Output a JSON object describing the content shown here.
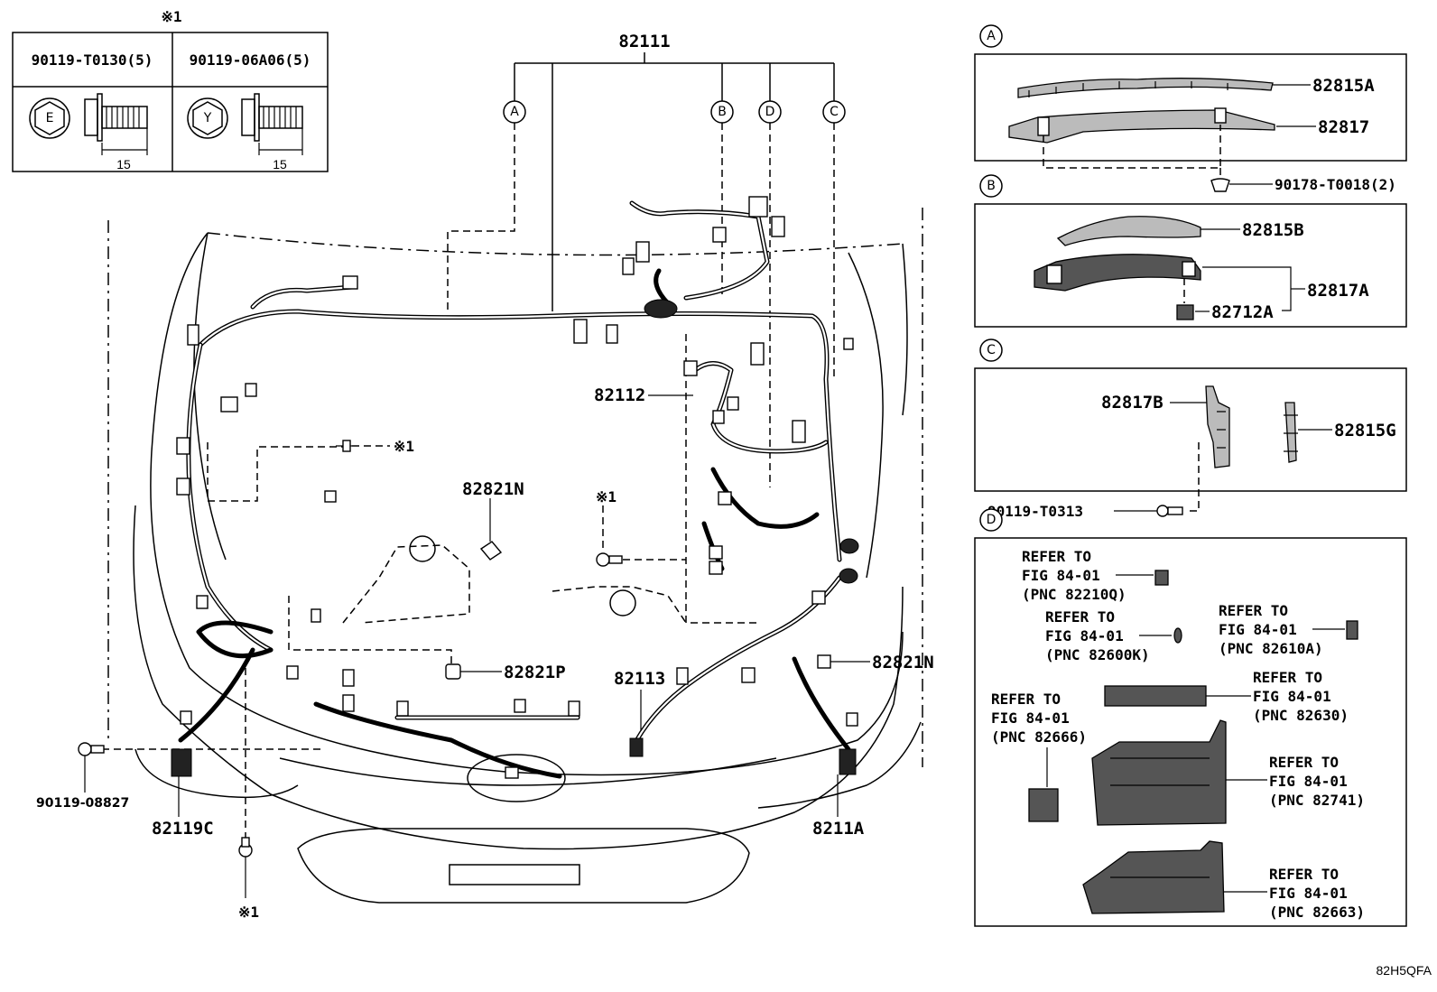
{
  "fastener_table": {
    "note_mark": "※1",
    "col1_part": "90119-T0130(5)",
    "col2_part": "90119-06A06(5)",
    "col1_head": "E",
    "col2_head": "Y",
    "col1_len": "15",
    "col2_len": "15"
  },
  "callouts": {
    "main_harness": "82111",
    "harness_82112": "82112",
    "harness_82113": "82113",
    "clamp_top": "82821N",
    "clamp_right": "82821N",
    "clamp_p": "82821P",
    "bolt_left": "90119-08827",
    "wire_left": "82119C",
    "wire_right": "8211A",
    "note_a": "※1",
    "note_b": "※1",
    "note_c": "※1"
  },
  "view_markers": {
    "a": "A",
    "b": "B",
    "c": "C",
    "d": "D"
  },
  "panel_a": {
    "marker": "A",
    "part1": "82815A",
    "part2": "82817",
    "part3": "90178-T0018(2)"
  },
  "panel_b": {
    "marker": "B",
    "part1": "82815B",
    "part2": "82817A",
    "part3": "82712A"
  },
  "panel_c": {
    "marker": "C",
    "part1": "82817B",
    "part2": "82815G",
    "part3": "90119-T0313"
  },
  "panel_d": {
    "marker": "D",
    "refs": [
      {
        "l1": "REFER TO",
        "l2": "FIG 84-01",
        "l3": "(PNC 82210Q)"
      },
      {
        "l1": "REFER TO",
        "l2": "FIG 84-01",
        "l3": "(PNC 82600K)"
      },
      {
        "l1": "REFER TO",
        "l2": "FIG 84-01",
        "l3": "(PNC 82610A)"
      },
      {
        "l1": "REFER TO",
        "l2": "FIG 84-01",
        "l3": "(PNC 82630)"
      },
      {
        "l1": "REFER TO",
        "l2": "FIG 84-01",
        "l3": "(PNC 82666)"
      },
      {
        "l1": "REFER TO",
        "l2": "FIG 84-01",
        "l3": "(PNC 82741)"
      },
      {
        "l1": "REFER TO",
        "l2": "FIG 84-01",
        "l3": "(PNC 82663)"
      }
    ]
  },
  "drawing_code": "82H5QFA"
}
